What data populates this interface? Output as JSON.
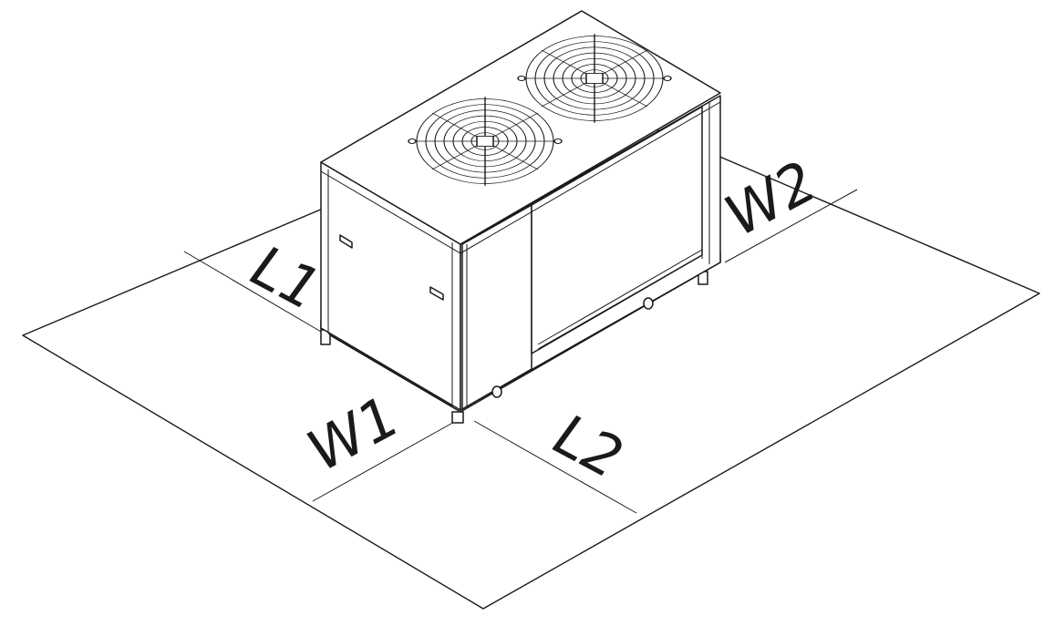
{
  "labels": {
    "l1": "L1",
    "l2": "L2",
    "w1": "W1",
    "w2": "W2"
  },
  "components": {
    "fan_count": 2
  },
  "colors": {
    "line": "#1a1a1a",
    "background": "#ffffff"
  }
}
